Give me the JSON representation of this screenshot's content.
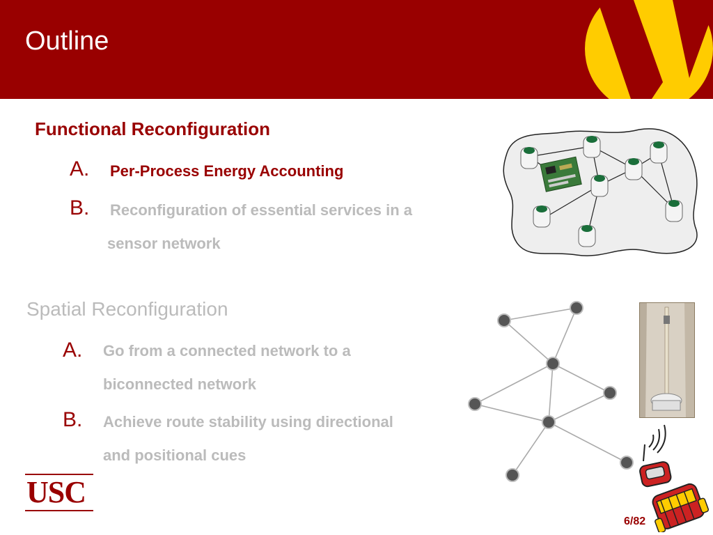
{
  "slide": {
    "title": "Outline",
    "page_number": "6/82"
  },
  "section1": {
    "heading": "Functional  Reconfiguration",
    "items": [
      {
        "letter": "A.",
        "line1": "Per-Process Energy Accounting",
        "line2": ""
      },
      {
        "letter": "B.",
        "line1": "Reconfiguration of essential services in a",
        "line2": "sensor network"
      }
    ]
  },
  "section2": {
    "heading": "Spatial Reconfiguration",
    "items": [
      {
        "letter": "A.",
        "line1": "Go from a connected network to a",
        "line2": "biconnected network"
      },
      {
        "letter": "B.",
        "line1": "Achieve route stability using directional",
        "line2": "and positional cues"
      }
    ]
  },
  "logo": {
    "text": "USC"
  },
  "colors": {
    "brand": "#990000",
    "accent": "#FFCC00",
    "muted_text": "#bbbbbb"
  },
  "images": {
    "sensor_network_diagram": "sensor-node-network",
    "graph_diagram": "node-link-graph",
    "antenna_photo": "robot-antenna-photo",
    "robot_illustration": "robot-icon"
  }
}
